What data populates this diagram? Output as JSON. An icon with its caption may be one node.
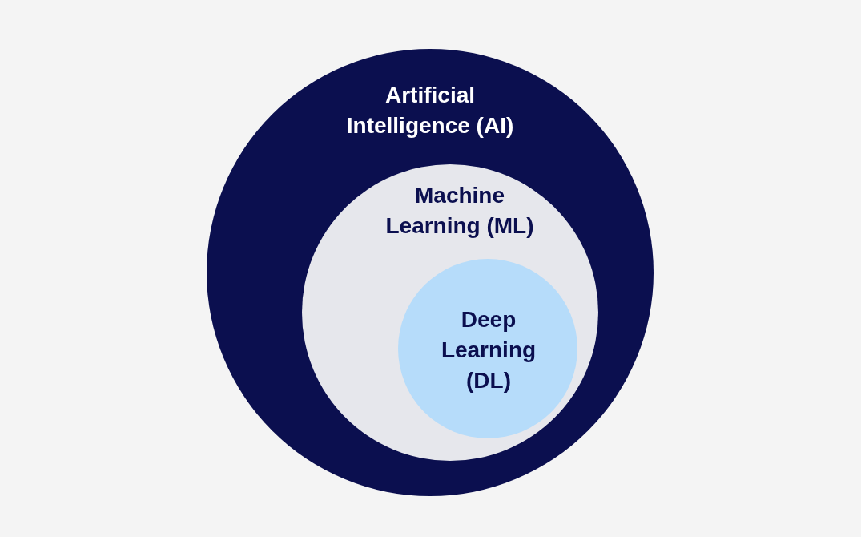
{
  "diagram": {
    "nodes": [
      {
        "text": [
          "Artificial Intelligence (AI)"
        ]
      },
      {
        "text": [
          "Machine Learning (ML)"
        ],
        "in": 0
      },
      {
        "text": [
          "Deep Learning (DL)"
        ],
        "in": 1
      }
    ]
  }
}
